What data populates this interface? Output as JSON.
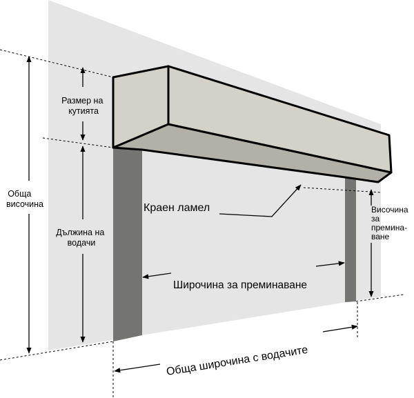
{
  "labels": {
    "box_size": [
      "Размер на",
      "кутията"
    ],
    "total_height": [
      "Обща",
      "височина"
    ],
    "guide_length": [
      "Дължина на",
      "водачи"
    ],
    "end_slat": "Краен ламел",
    "passage_height": [
      "Височина",
      "за",
      "премина-",
      "ване"
    ],
    "passage_width": "Широчина за преминаване",
    "total_width": "Обща широчина с водачите"
  },
  "colors": {
    "wall": "#e5e5e5",
    "box_front": "#d4d2c8",
    "box_bottom": "#b2b0a7",
    "guide_rail": "#747470",
    "outline": "#000000",
    "dimension": "#000000"
  }
}
